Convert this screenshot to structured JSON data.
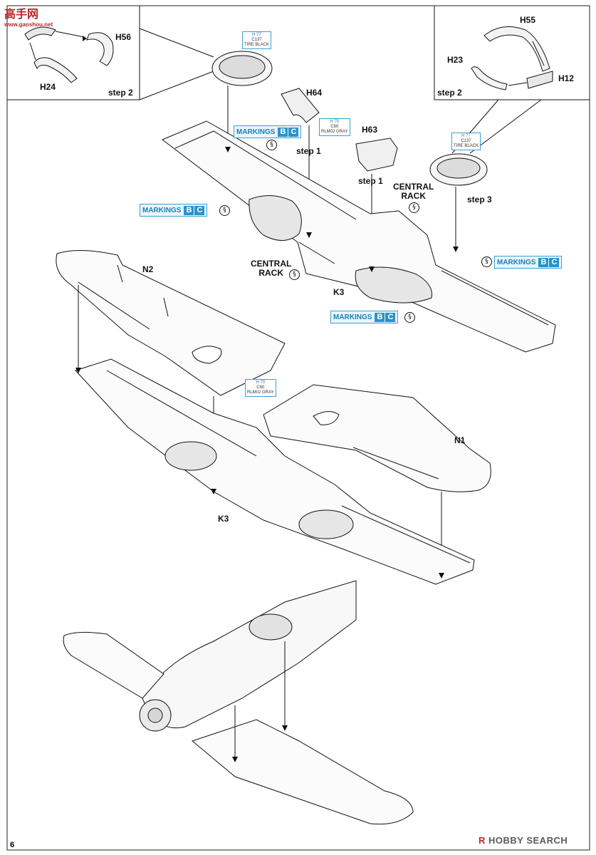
{
  "page": {
    "number": "6"
  },
  "watermarks": {
    "top_left": "高手网",
    "top_left_sub": "www.gaoshou.net",
    "bottom_right_mark": "R",
    "bottom_right": "HOBBY SEARCH"
  },
  "parts": {
    "h56": "H56",
    "h24": "H24",
    "h55": "H55",
    "h23": "H23",
    "h12": "H12",
    "h64": "H64",
    "h63": "H63",
    "k3_upper": "K3",
    "k3_lower": "K3",
    "n1": "N1",
    "n2": "N2"
  },
  "steps": {
    "inset_left": "step 2",
    "inset_right": "step 2",
    "h64_step": "step 1",
    "h63_step": "step 1",
    "right_wheel_step": "step 3"
  },
  "central_rack": {
    "line1": "CENTRAL",
    "line2": "RACK"
  },
  "markings": {
    "label": "MARKINGS",
    "code_b": "B",
    "code_c": "C"
  },
  "paints": {
    "tire_black": {
      "code": "H 77",
      "code2": "C137",
      "name": "TIRE BLACK"
    },
    "rlm02_gray": {
      "code": "H 70",
      "code2": "C60",
      "name": "RLM02 GRAY"
    }
  },
  "colors": {
    "line": "#111111",
    "accent": "#2a93c9",
    "watermark_red": "#b8272b"
  }
}
